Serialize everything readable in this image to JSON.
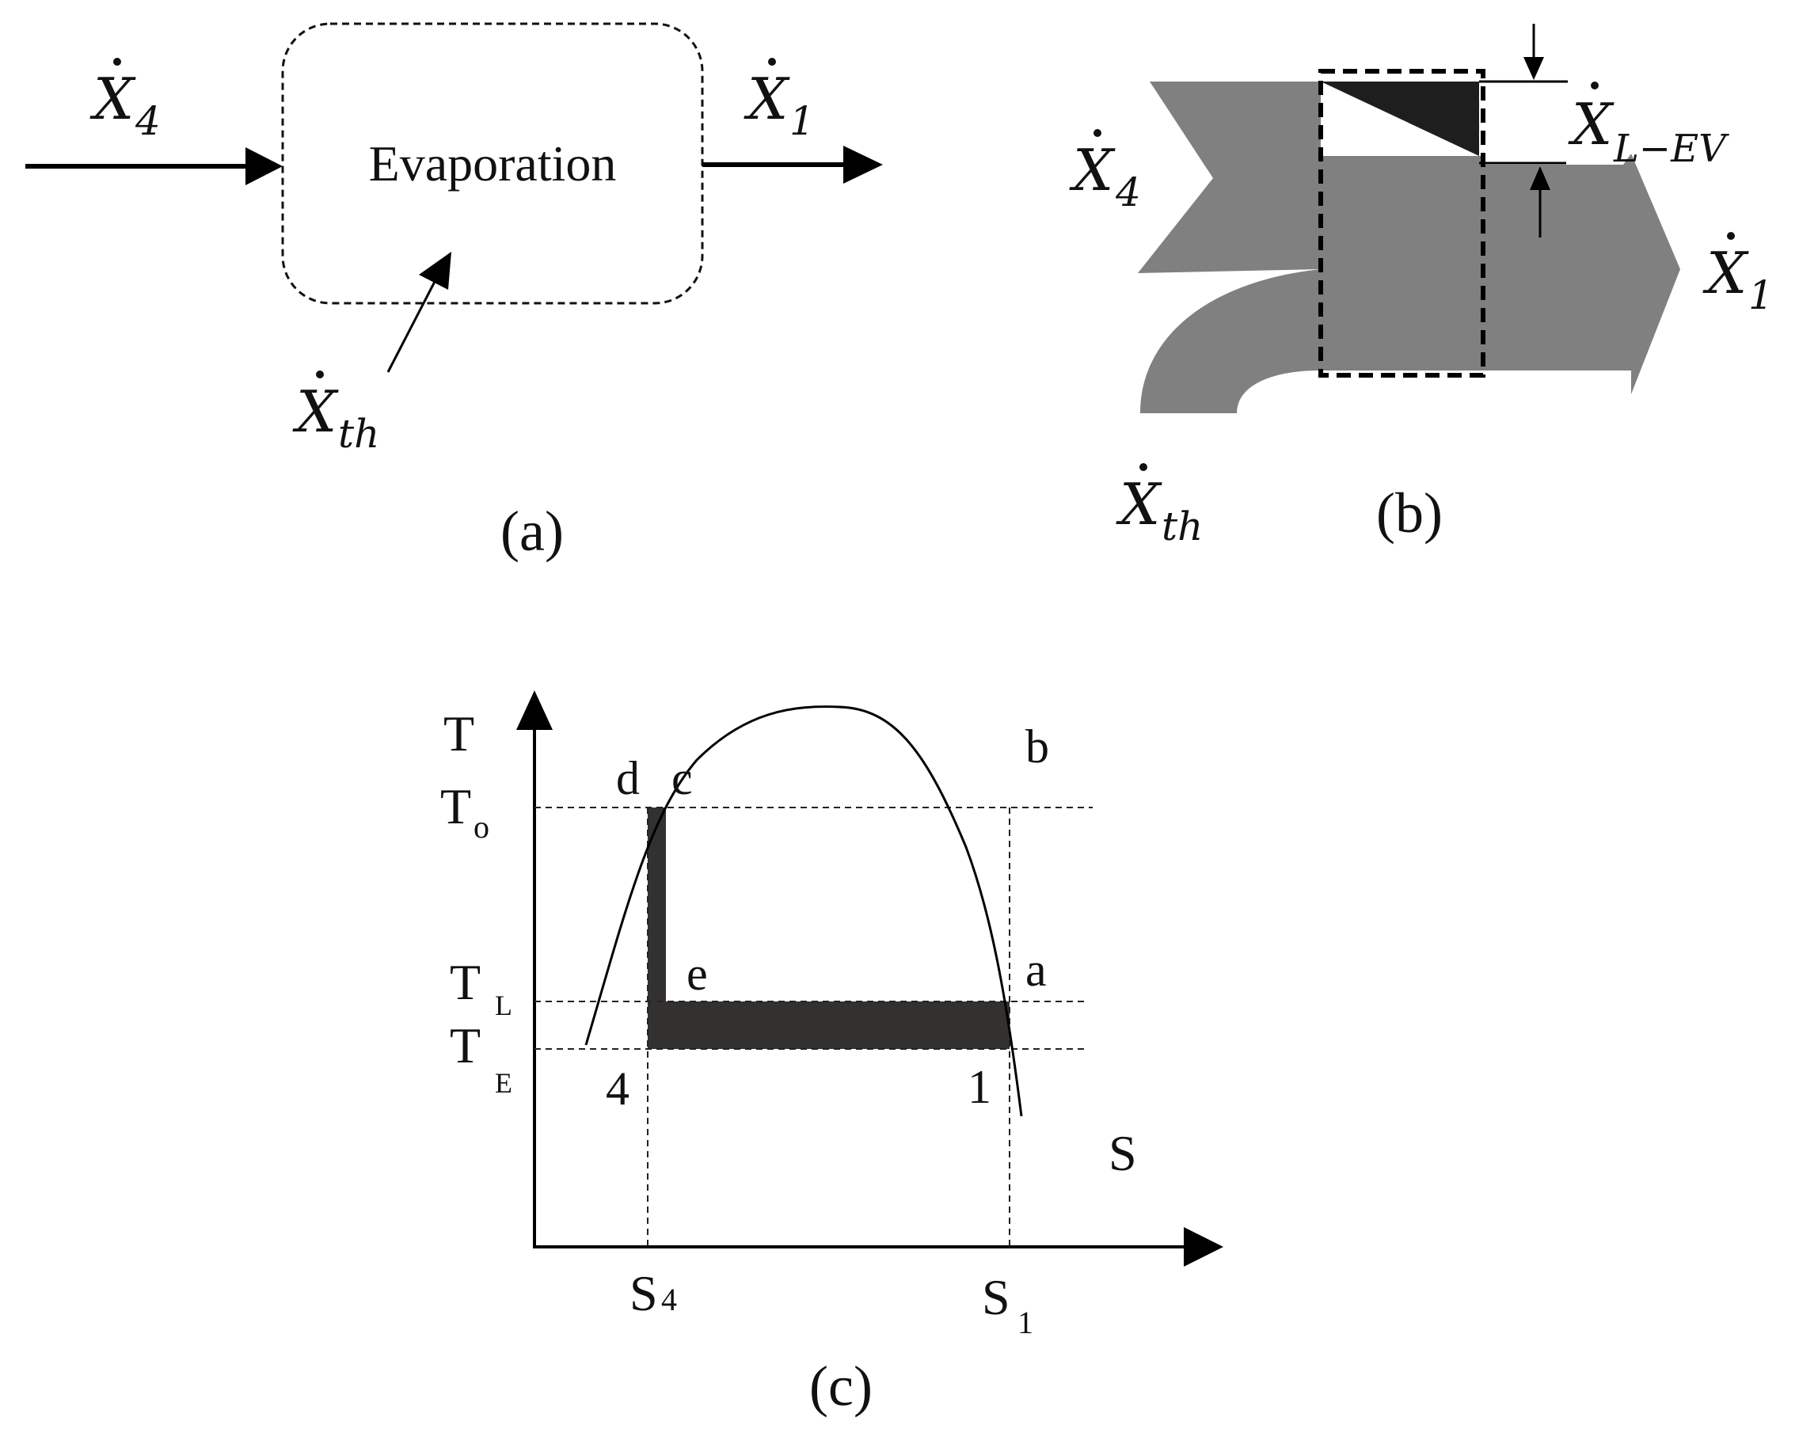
{
  "panel_a": {
    "caption": "(a)",
    "box_label": "Evaporation",
    "inflow": {
      "base": "X",
      "sub": "4"
    },
    "outflow": {
      "base": "X",
      "sub": "1"
    },
    "heat": {
      "base": "X",
      "sub": "th"
    }
  },
  "panel_b": {
    "caption": "(b)",
    "inflow": {
      "base": "X",
      "sub": "4"
    },
    "outflow": {
      "base": "X",
      "sub": "1"
    },
    "heat": {
      "base": "X",
      "sub": "th"
    },
    "loss": {
      "base": "X",
      "sub": "L−EV"
    },
    "colors": {
      "flow": "#808080",
      "loss": "#1e1e1e"
    }
  },
  "panel_c": {
    "caption": "(c)",
    "y_axis_label": "T",
    "x_axis_label": "S",
    "temp_levels": [
      {
        "base": "T",
        "sub": "o"
      },
      {
        "base": "T",
        "sub": "L"
      },
      {
        "base": "T",
        "sub": "E"
      }
    ],
    "entropy_levels": [
      {
        "base": "S",
        "sub": "4"
      },
      {
        "base": "S",
        "sub": "1"
      }
    ],
    "points": [
      "d",
      "c",
      "b",
      "e",
      "a",
      "4",
      "1"
    ],
    "colors": {
      "exergy_region": "#333030"
    }
  }
}
